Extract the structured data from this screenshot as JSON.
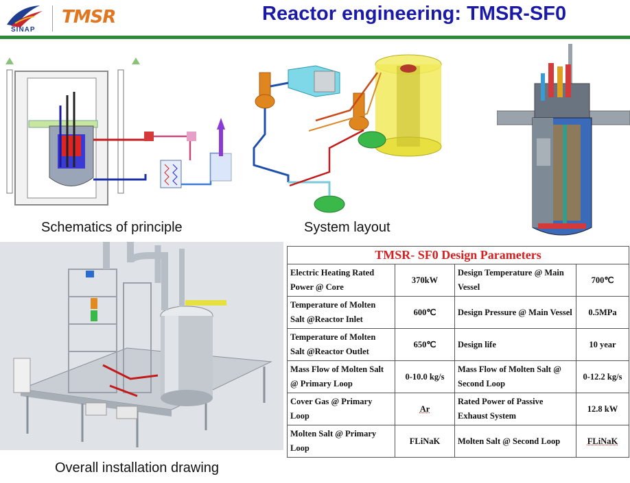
{
  "header": {
    "title": "Reactor engineering: TMSR-SF0",
    "logo_sinap_text": "SINAP",
    "logo_tmsr_text": "TMSR",
    "rule_color": "#2d8a3a"
  },
  "captions": {
    "schematics": "Schematics of principle",
    "system_layout": "System layout",
    "installation": "Overall installation drawing"
  },
  "table": {
    "title": "TMSR- SF0  Design Parameters",
    "rows": [
      [
        "Electric Heating Rated Power @ Core",
        "370kW",
        "Design Temperature @ Main Vessel",
        "700℃"
      ],
      [
        "Temperature of Molten Salt @Reactor Inlet",
        "600℃",
        "Design Pressure @ Main Vessel",
        "0.5MPa"
      ],
      [
        "Temperature of Molten Salt @Reactor Outlet",
        "650℃",
        "Design life",
        "10 year"
      ],
      [
        "Mass Flow of Molten Salt @ Primary Loop",
        "0-10.0 kg/s",
        "Mass Flow of Molten Salt @ Second Loop",
        "0-12.2 kg/s"
      ],
      [
        "Cover Gas @ Primary Loop",
        "Ar",
        "Rated Power of Passive Exhaust System",
        "12.8 kW"
      ],
      [
        "Molten Salt @ Primary Loop",
        "FLiNaK",
        "Molten Salt @ Second Loop",
        "FLiNaK"
      ]
    ]
  }
}
